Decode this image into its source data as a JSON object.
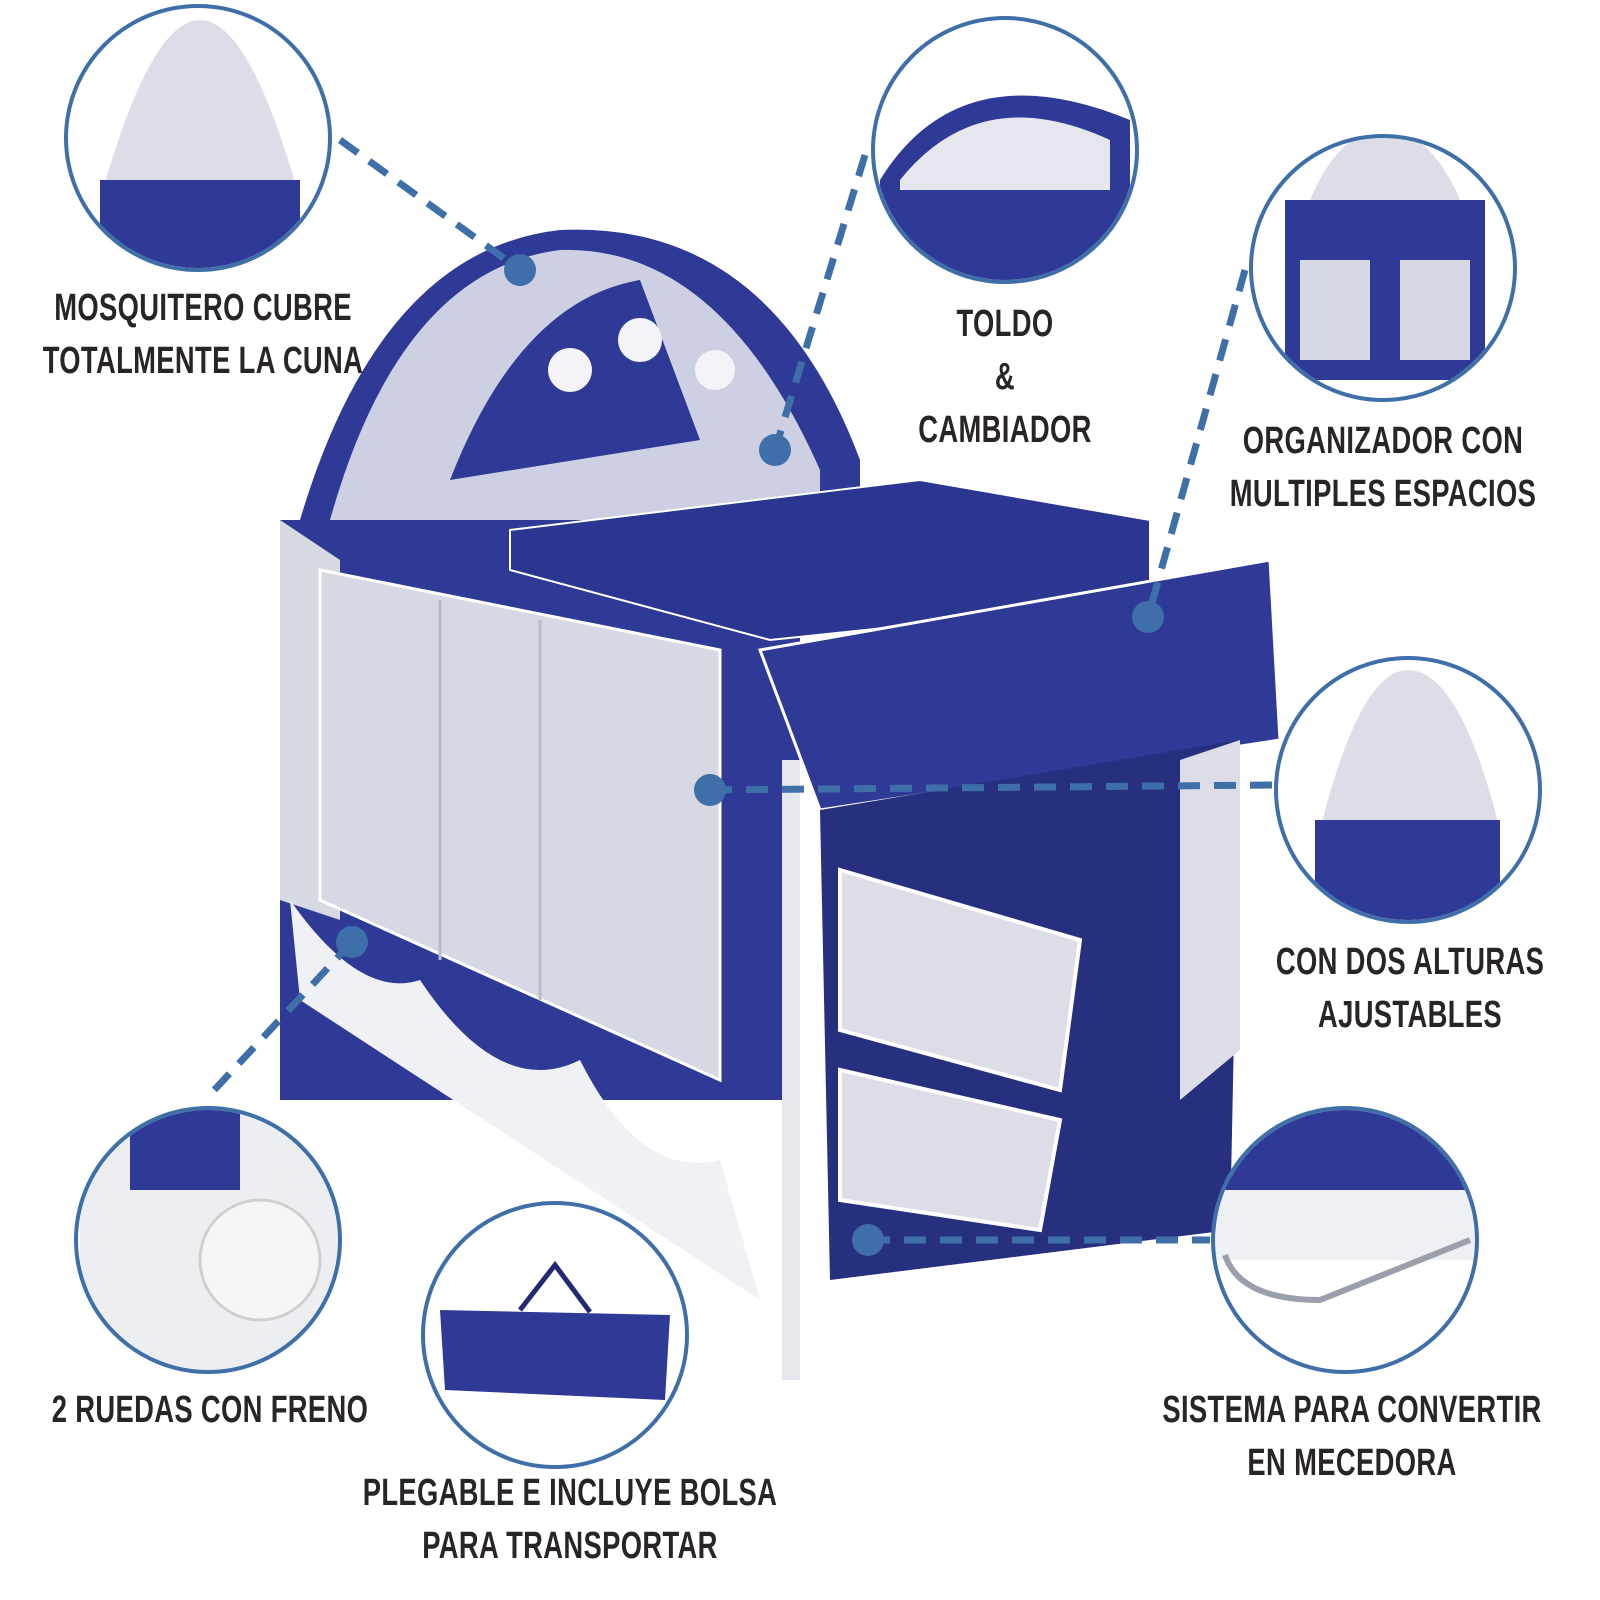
{
  "colors": {
    "accent": "#3f6fa8",
    "fabric": "#2f3a96",
    "fabric_dark": "#232c7a",
    "mesh": "#dcdde6",
    "text": "#2a2525"
  },
  "features": [
    {
      "id": "mosquitero",
      "lines": [
        "MOSQUITERO CUBRE",
        "TOTALMENTE LA CUNA"
      ]
    },
    {
      "id": "toldo",
      "lines": [
        "TOLDO",
        "&",
        "CAMBIADOR"
      ]
    },
    {
      "id": "organizador",
      "lines": [
        "ORGANIZADOR CON",
        "MULTIPLES ESPACIOS"
      ]
    },
    {
      "id": "alturas",
      "lines": [
        "CON DOS ALTURAS",
        "AJUSTABLES"
      ]
    },
    {
      "id": "ruedas",
      "lines": [
        "2 RUEDAS CON FRENO"
      ]
    },
    {
      "id": "plegable",
      "lines": [
        "PLEGABLE E INCLUYE BOLSA",
        "PARA TRANSPORTAR"
      ]
    },
    {
      "id": "mecedora",
      "lines": [
        "SISTEMA PARA CONVERTIR",
        "EN MECEDORA"
      ]
    }
  ]
}
